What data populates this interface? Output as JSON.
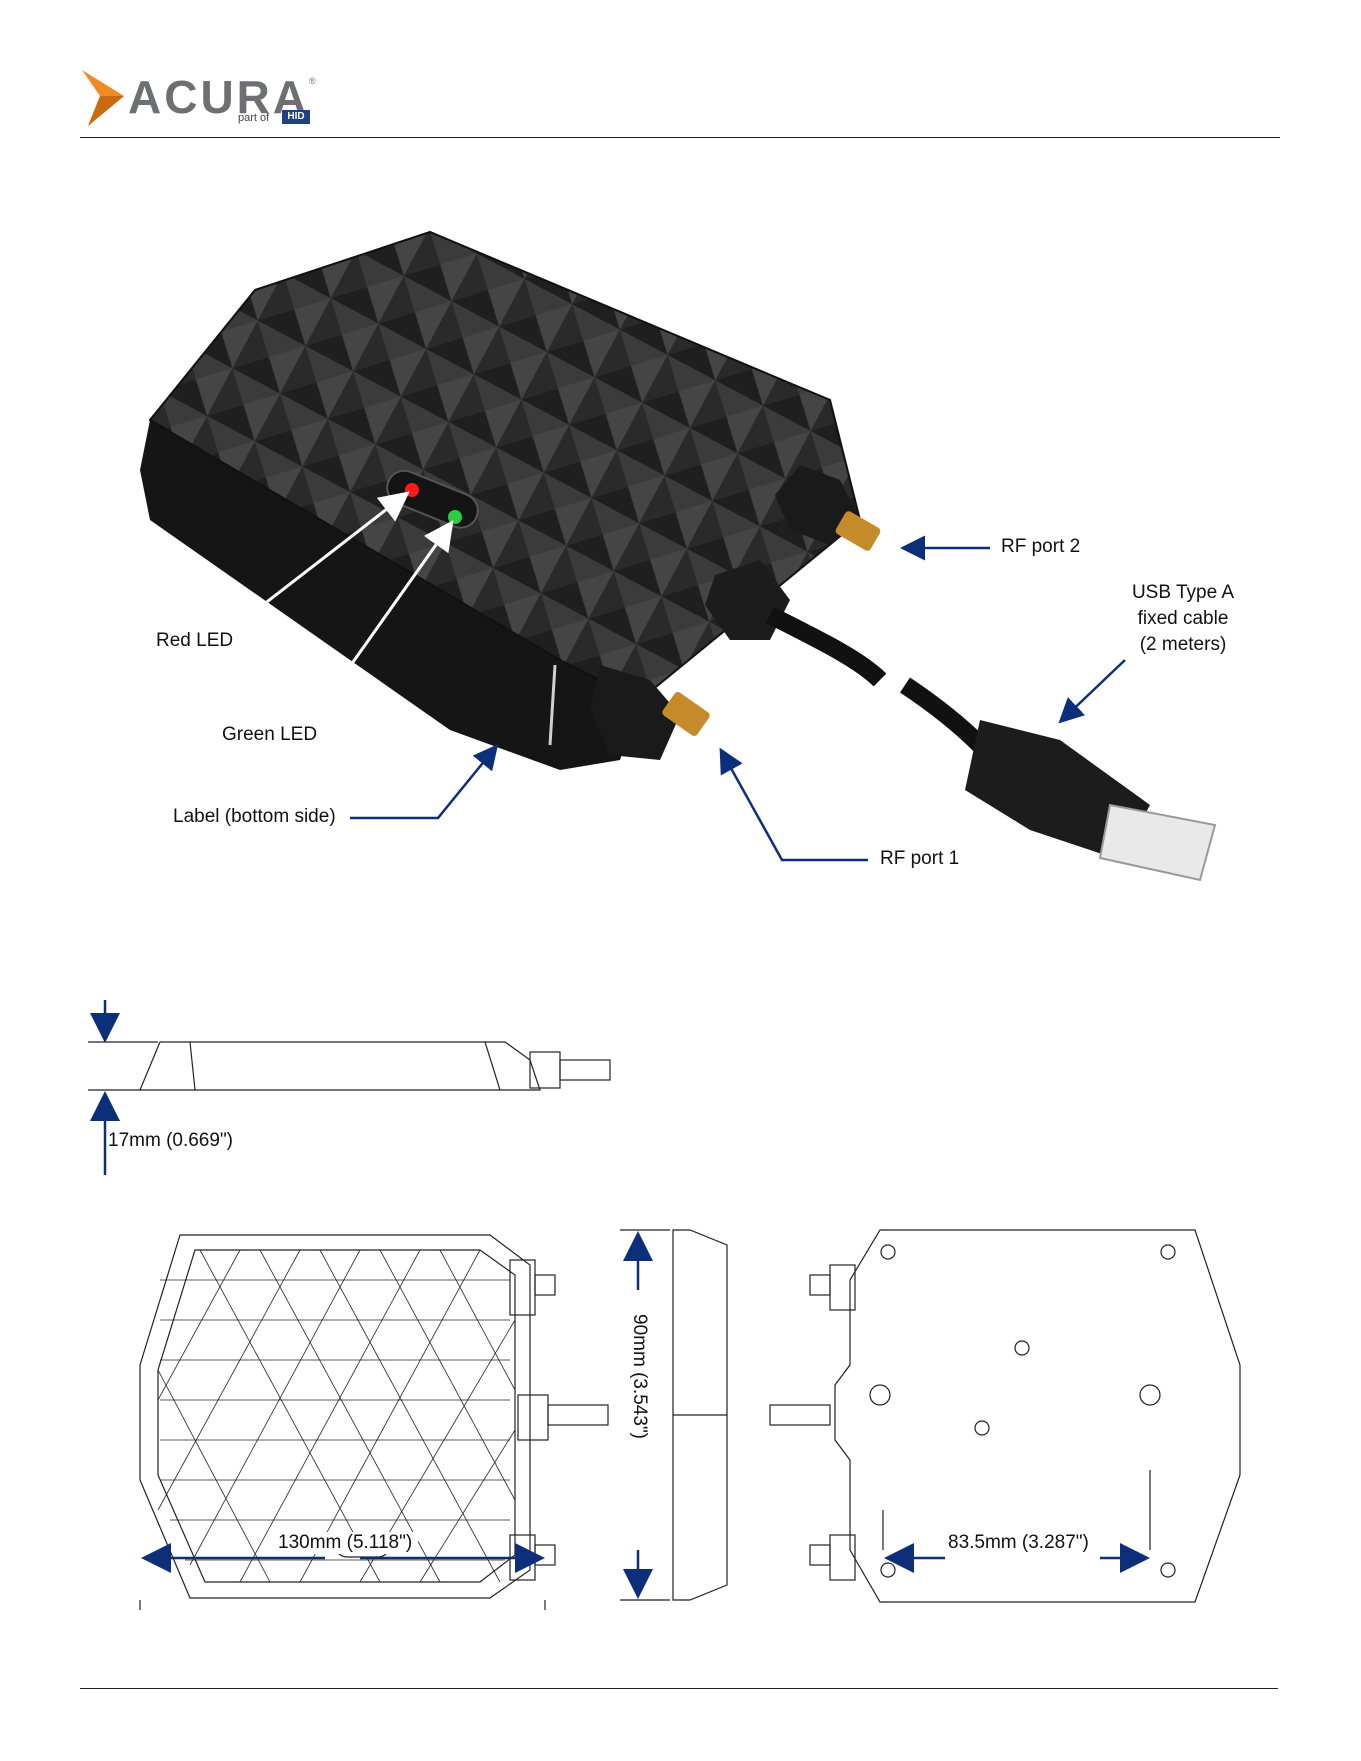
{
  "header": {
    "brand": "ACURA",
    "registered": "®",
    "tagline": "part of",
    "parent_brand": "HID"
  },
  "callouts": {
    "red_led": "Red LED",
    "green_led": "Green LED",
    "label_bottom": "Label (bottom side)",
    "rf_port_1": "RF port 1",
    "rf_port_2": "RF port 2",
    "usb_line1": "USB Type A",
    "usb_line2": "fixed cable",
    "usb_line3": "(2 meters)"
  },
  "dimensions": {
    "height": "17mm (0.669\")",
    "length": "130mm (5.118\")",
    "width": "90mm (3.543\")",
    "mount_spacing": "83.5mm (3.287\")"
  },
  "colors": {
    "arrow": "#0d2f7a",
    "device_body": "#232323",
    "logo_orange": "#f08a24",
    "logo_gray": "#6d6f72",
    "led_red": "#ff1a1a",
    "led_green": "#2ecc40"
  }
}
